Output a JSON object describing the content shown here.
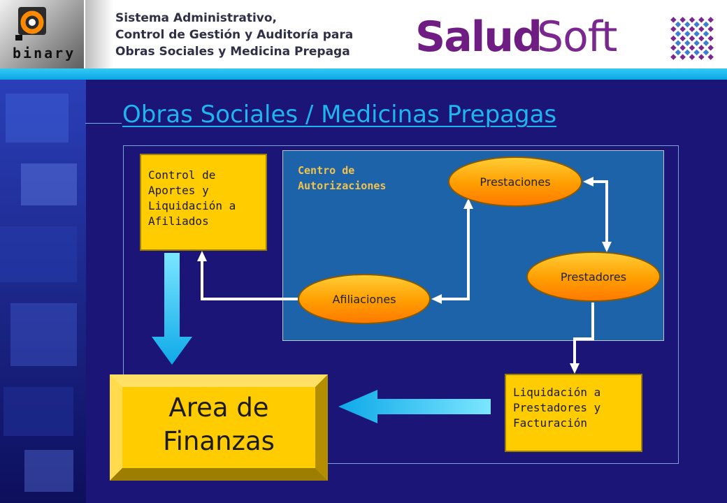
{
  "header": {
    "logo_text": "binary",
    "subtitle_lines": [
      "Sistema Administrativo,",
      "Control de Gestión y Auditoría para",
      "Obras Sociales y Medicina Prepaga"
    ],
    "brand_part1": "Salud",
    "brand_part2": "Soft"
  },
  "title": "Obras Sociales / Medicinas Prepagas",
  "diagram": {
    "center_label": "Centro de\nAutorizaciones",
    "nodes": {
      "control": "Control de\nAportes y\nLiquidación a\nAfiliados",
      "prestaciones": "Prestaciones",
      "prestadores": "Prestadores",
      "afiliaciones": "Afiliaciones",
      "liquidacion": "Liquidación a\nPrestadores y\nFacturación",
      "finanzas": "Area de\nFinanzas"
    }
  },
  "colors": {
    "background": "#1a1577",
    "accent_cyan": "#1fb5ee",
    "node_fill": "#ffcc00",
    "ellipse_fill": "#ff9d00",
    "panel_blue": "#1c63aa",
    "brand_purple": "#6f1c83"
  }
}
